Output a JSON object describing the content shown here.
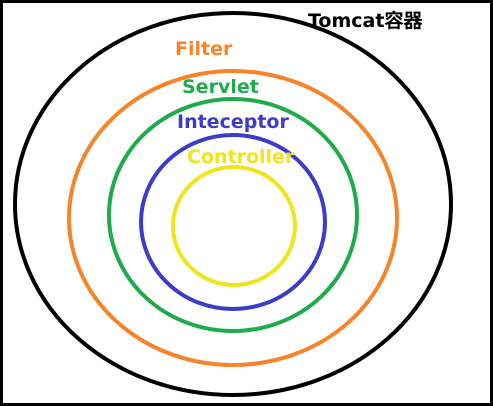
{
  "diagram": {
    "title": "Nested layers diagram",
    "layers": [
      {
        "label": "Tomcat容器",
        "color": "#000000"
      },
      {
        "label": "Filter",
        "color": "#f7832a"
      },
      {
        "label": "Servlet",
        "color": "#1faa4b"
      },
      {
        "label": "Inteceptor",
        "color": "#3c3cc8"
      },
      {
        "label": "Controller",
        "color": "#f0e41a"
      }
    ],
    "frame_color": "#000000",
    "background": "#ffffff"
  }
}
